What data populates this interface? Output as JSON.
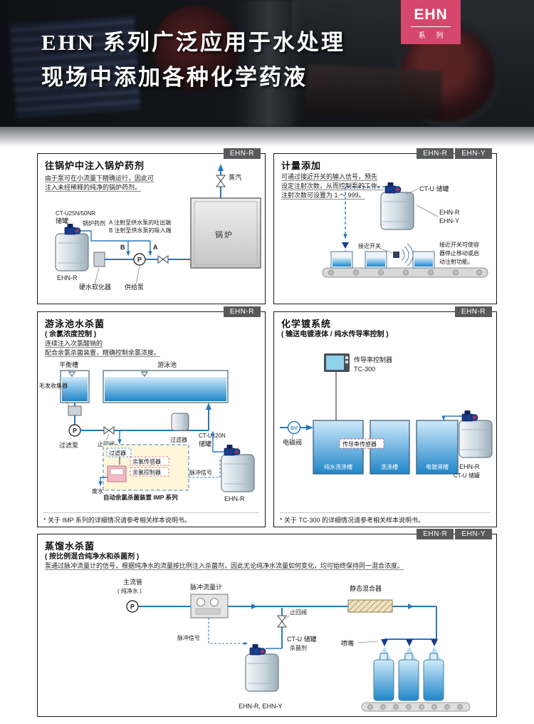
{
  "header": {
    "badge_brand": "EHN",
    "badge_series": "系 列",
    "title_line1": "EHN 系列广泛应用于水处理",
    "title_line2": "现场中添加各种化学药液"
  },
  "tags": {
    "r": "EHN-R",
    "y": "EHN-Y"
  },
  "labels": {
    "p": "P",
    "sv": "SV"
  },
  "colors": {
    "badge_pink": "#d6476d",
    "pipe_blue": "#2878be",
    "tag_gray": "#58595b",
    "water_blue": "#1f86c9"
  },
  "p1": {
    "title": "往锅炉中注入锅炉药剂",
    "desc1": "由于泵可在小流量下精确运行，因此可",
    "desc2": "注入未经稀释的纯净的锅炉药剂。",
    "tank_model": "CT-U25N/50NR",
    "tank_name": "储罐",
    "chemical": "锅炉药剂",
    "note_a": "A 注射至供水泵的吐出端",
    "note_b": "B 注射至供水泵的吸入端",
    "point_a": "A",
    "point_b": "B",
    "pump_model": "EHN-R",
    "softener": "硬水软化器",
    "feed_pump": "供给泵",
    "boiler": "锅炉",
    "steam": "蒸汽"
  },
  "p2": {
    "title": "计量添加",
    "desc1": "可通过接近开关的输入信号，预先",
    "desc2": "设定注射次数，从而控制泵的工作。",
    "desc3": "注射次数可设置为 1 ～ 999。",
    "tank_name": "CT-U 储罐",
    "model_r": "EHN-R",
    "model_y": "EHN-Y",
    "prox_switch": "接近开关",
    "note1": "接近开关可使容",
    "note2": "器停止移动或启",
    "note3": "动注射功能。"
  },
  "p3": {
    "title": "游泳池水杀菌",
    "subtitle": "( 余氯浓度控制 )",
    "desc1": "连续注入次氯酸钠的",
    "desc2": "配合余氯杀菌装置，精确控制余氯浓度。",
    "balance_tank": "平衡槽",
    "pool": "游泳池",
    "hair_catcher": "毛发收集器",
    "filter_pump": "过滤泵",
    "check_valve": "止回阀",
    "filter_main": "过滤器",
    "filter_imp": "过滤器",
    "tank_model": "CT-U120N",
    "tank_name": "储罐",
    "cl_sensor": "余氯传感器",
    "cl_controller": "余氯控制器",
    "waste": "废水",
    "imp_caption": "自动余氯杀菌装置 IMP 系列",
    "pulse_signal": "脉冲信号",
    "pump_model": "EHN-R",
    "footnote": "* 关于 IMP 系列的详细情况请参考相关样本说明书。"
  },
  "p4": {
    "title": "化学镀系统",
    "subtitle": "( 输送电镀液体 / 纯水传导率控制 )",
    "controller_name": "传导率控制器",
    "controller_model": "TC-300",
    "solenoid": "电磁阀",
    "sensor": "传导率传感器",
    "tank1": "纯水洗涤槽",
    "tank2": "洗涤槽",
    "tank3": "电镀液槽",
    "pump_model": "EHN-R",
    "tank_name": "CT-U 储罐",
    "footnote": "* 关于 TC-300 的详细情况请参考相关样本说明书。"
  },
  "p5": {
    "title": "蒸馏水杀菌",
    "subtitle": "( 按比例混合纯净水和杀菌剂 )",
    "desc": "泵通过脉冲流量计的信号，根据纯净水的流量按比例注入杀菌剂，因此无论纯净水流量如何变化，均可始终保持同一混合浓度。",
    "main_pipe1": "主流管",
    "main_pipe2": "( 纯净水 )",
    "flow_meter": "脉冲流量计",
    "static_mixer": "静态混合器",
    "check_valve": "止回阀",
    "pulse_signal": "脉冲信号",
    "tank_name": "CT-U 储罐",
    "chemical": "杀菌剂",
    "nozzle": "喷嘴",
    "pump_models": "EHN-R, EHN-Y"
  }
}
